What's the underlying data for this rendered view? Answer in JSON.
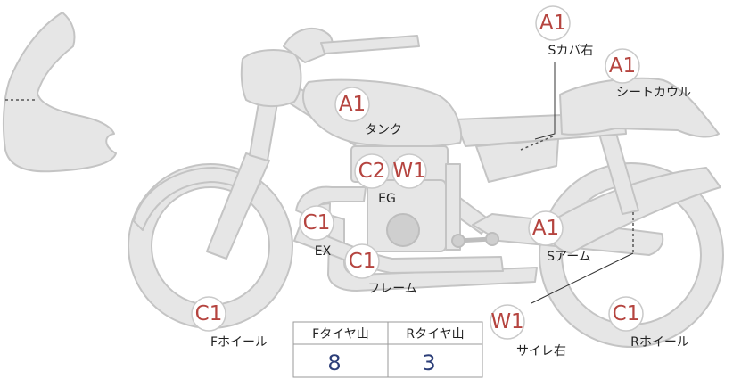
{
  "colors": {
    "part_fill": "#e6e6e6",
    "part_stroke": "#c4c4c4",
    "badge_text": "#b5443f",
    "table_value": "#2c3e78"
  },
  "parts": {
    "s_cover": {
      "grade": "A1",
      "label": "Sカバ右"
    },
    "seat_cowl": {
      "grade": "A1",
      "label": "シートカウル"
    },
    "tank": {
      "grade": "A1",
      "label": "タンク"
    },
    "engine": {
      "grade_1": "C2",
      "grade_2": "W1",
      "label": "EG"
    },
    "exhaust": {
      "grade": "C1",
      "label": "EX"
    },
    "frame": {
      "grade": "C1",
      "label": "フレーム"
    },
    "swingarm": {
      "grade": "A1",
      "label": "Sアーム"
    },
    "front_wheel": {
      "grade": "C1",
      "label": "Fホイール"
    },
    "side_cover": {
      "grade": "W1",
      "label": "サイレ右"
    },
    "rear_wheel": {
      "grade": "C1",
      "label": "Rホイール"
    }
  },
  "tread_table": {
    "front_header": "Fタイヤ山",
    "rear_header": "Rタイヤ山",
    "front_value": "8",
    "rear_value": "3"
  }
}
